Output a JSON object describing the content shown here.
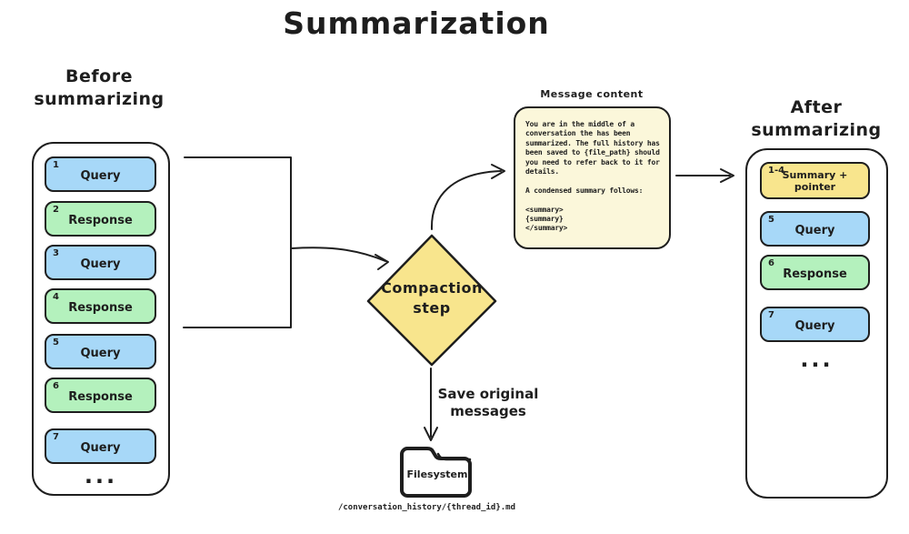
{
  "title": "Summarization",
  "colors": {
    "stroke": "#1e1e1e",
    "blue": "#a7d8f8",
    "green": "#b4f1bd",
    "yellow": "#f8e58d",
    "note_bg": "#fbf7da"
  },
  "before": {
    "heading": "Before\nsummarizing",
    "items": [
      {
        "num": "1",
        "label": "Query",
        "color": "#a7d8f8"
      },
      {
        "num": "2",
        "label": "Response",
        "color": "#b4f1bd"
      },
      {
        "num": "3",
        "label": "Query",
        "color": "#a7d8f8"
      },
      {
        "num": "4",
        "label": "Response",
        "color": "#b4f1bd"
      },
      {
        "num": "5",
        "label": "Query",
        "color": "#a7d8f8"
      },
      {
        "num": "6",
        "label": "Response",
        "color": "#b4f1bd"
      },
      {
        "num": "7",
        "label": "Query",
        "color": "#a7d8f8"
      }
    ],
    "more": "..."
  },
  "compaction": {
    "label": "Compaction\nstep"
  },
  "message": {
    "heading": "Message content",
    "body": "You are in the middle of a\nconversation the has been\nsummarized. The full history has\nbeen saved to {file_path} should\nyou need to refer back to it for\ndetails.\n\nA condensed summary follows:\n\n<summary>\n{summary}\n</summary>"
  },
  "save_note": "Save original\nmessages",
  "filesystem": {
    "label": "Filesystem",
    "path": "/conversation_history/{thread_id}.md"
  },
  "after": {
    "heading": "After\nsummarizing",
    "items": [
      {
        "num": "1-4",
        "label": "Summary +\npointer",
        "color": "#f8e58d"
      },
      {
        "num": "5",
        "label": "Query",
        "color": "#a7d8f8"
      },
      {
        "num": "6",
        "label": "Response",
        "color": "#b4f1bd"
      },
      {
        "num": "7",
        "label": "Query",
        "color": "#a7d8f8"
      }
    ],
    "more": "..."
  }
}
